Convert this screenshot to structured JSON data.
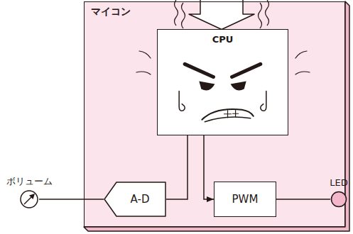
{
  "diagram": {
    "nodes": [
      {
        "text": [
          "マイコン"
        ]
      },
      {
        "text": [
          "CPU"
        ],
        "in": 0
      },
      {
        "text": [
          "ボリューム"
        ]
      },
      {
        "text": [
          "A-D"
        ],
        "in": 0
      },
      {
        "text": [
          "PWM"
        ],
        "in": 0
      },
      {
        "text": [
          "LED"
        ]
      }
    ],
    "edges": [
      {
        "from": 2,
        "to": 3,
        "arrow": "none"
      },
      {
        "from": 3,
        "to": 1,
        "arrow": "none"
      },
      {
        "from": 1,
        "to": 4,
        "arrow": "to"
      },
      {
        "from": 4,
        "to": 5,
        "arrow": "none"
      }
    ]
  }
}
